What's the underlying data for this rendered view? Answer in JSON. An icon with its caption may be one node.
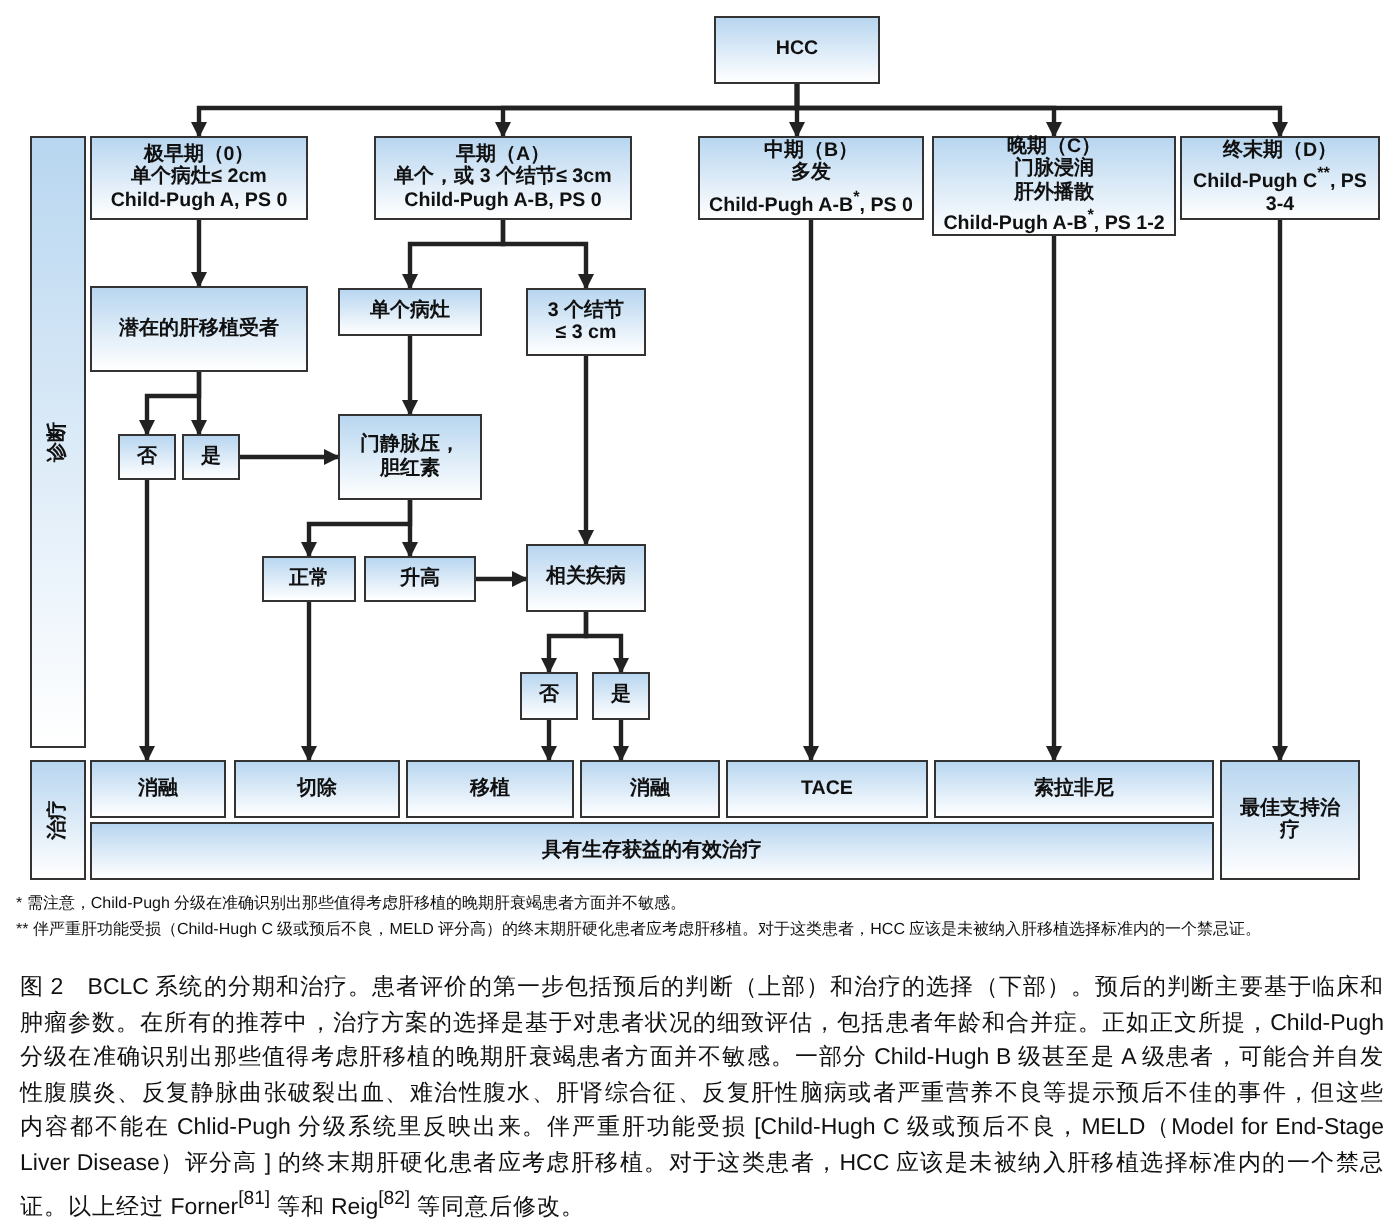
{
  "diagram": {
    "caption": "图 2　BCLC 系统的分期和治疗。患者评价的第一步包括预后的判断（上部）和治疗的选择（下部）。预后的判断主要基于临床和肿瘤参数。在所有的推荐中，治疗方案的选择是基于对患者状况的细致评估，包括患者年龄和合并症。正如正文所提，Child-Pugh 分级在准确识别出那些值得考虑肝移植的晚期肝衰竭患者方面并不敏感。一部分 Child-Hugh B 级甚至是 A 级患者，可能合并自发性腹膜炎、反复静脉曲张破裂出血、难治性腹水、肝肾综合征、反复肝性脑病或者严重营养不良等提示预后不佳的事件，但这些内容都不能在 Chlid-Pugh 分级系统里反映出来。伴严重肝功能受损 [Child-Hugh C 级或预后不良，MELD（Model for End-Stage Liver Disease）评分高 ] 的终末期肝硬化患者应考虑肝移植。对于这类患者，HCC 应该是未被纳入肝移植选择标准内的一个禁忌证。以上经过 Forner$^{[81]}$ 等和 Reig$^{[82]}$ 等同意后修改。",
    "nodes": [
      {
        "text": [
          "HCC"
        ]
      },
      {
        "text": [
          "极早期（0）",
          "单个病灶≤ 2cm",
          "Child-Pugh A, PS 0"
        ]
      },
      {
        "text": [
          "早期（A）",
          "单个，或 3 个结节≤ 3cm",
          "Child-Pugh A-B, PS 0"
        ]
      },
      {
        "text": [
          "中期（B）",
          "多发",
          "Child-Pugh A-B$^{*}$, PS 0"
        ]
      },
      {
        "text": [
          "晚期（C）",
          "门脉浸润",
          "肝外播散",
          "Child-Pugh A-B$^{*}$, PS 1-2"
        ]
      },
      {
        "text": [
          "终末期（D）",
          "Child-Pugh C$^{**}$, PS 3-4"
        ]
      },
      {
        "text": [
          "潜在的肝移植受者"
        ]
      },
      {
        "text": [
          "单个病灶"
        ]
      },
      {
        "text": [
          "3 个结节 ≤ 3 cm"
        ]
      },
      {
        "text": [
          "否"
        ]
      },
      {
        "text": [
          "是"
        ]
      },
      {
        "text": [
          "门静脉压，胆红素"
        ]
      },
      {
        "text": [
          "正常"
        ]
      },
      {
        "text": [
          "升高"
        ]
      },
      {
        "text": [
          "相关疾病"
        ]
      },
      {
        "text": [
          "否"
        ]
      },
      {
        "text": [
          "是"
        ]
      },
      {
        "text": [
          "诊断"
        ]
      },
      {
        "text": [
          "治疗"
        ]
      },
      {
        "text": [
          "消融"
        ]
      },
      {
        "text": [
          "切除"
        ]
      },
      {
        "text": [
          "移植"
        ]
      },
      {
        "text": [
          "消融"
        ]
      },
      {
        "text": [
          "TACE"
        ]
      },
      {
        "text": [
          "索拉非尼"
        ]
      },
      {
        "text": [
          "具有生存获益的有效治疗"
        ]
      },
      {
        "text": [
          "最佳支持治疗"
        ]
      }
    ],
    "edges": [
      {
        "from": 0,
        "to": 1,
        "arrow": "to"
      },
      {
        "from": 0,
        "to": 2,
        "arrow": "to"
      },
      {
        "from": 0,
        "to": 3,
        "arrow": "to"
      },
      {
        "from": 0,
        "to": 4,
        "arrow": "to"
      },
      {
        "from": 0,
        "to": 5,
        "arrow": "to"
      },
      {
        "from": 1,
        "to": 6,
        "arrow": "to"
      },
      {
        "from": 2,
        "to": 7,
        "arrow": "to"
      },
      {
        "from": 2,
        "to": 8,
        "arrow": "to"
      },
      {
        "from": 6,
        "to": 9,
        "arrow": "to"
      },
      {
        "from": 6,
        "to": 10,
        "arrow": "to"
      },
      {
        "from": 10,
        "to": 11,
        "arrow": "to"
      },
      {
        "from": 7,
        "to": 11,
        "arrow": "to"
      },
      {
        "from": 11,
        "to": 12,
        "arrow": "to"
      },
      {
        "from": 11,
        "to": 13,
        "arrow": "to"
      },
      {
        "from": 13,
        "to": 14,
        "arrow": "to"
      },
      {
        "from": 8,
        "to": 14,
        "arrow": "to"
      },
      {
        "from": 14,
        "to": 15,
        "arrow": "to"
      },
      {
        "from": 14,
        "to": 16,
        "arrow": "to"
      },
      {
        "from": 9,
        "to": 19,
        "arrow": "to"
      },
      {
        "from": 12,
        "to": 20,
        "arrow": "to"
      },
      {
        "from": 15,
        "to": 21,
        "arrow": "to"
      },
      {
        "from": 16,
        "to": 22,
        "arrow": "to"
      },
      {
        "from": 3,
        "to": 23,
        "arrow": "to"
      },
      {
        "from": 4,
        "to": 24,
        "arrow": "to"
      },
      {
        "from": 5,
        "to": 26,
        "arrow": "to"
      }
    ],
    "labels": [
      "* 需注意，Child-Pugh 分级在准确识别出那些值得考虑肝移植的晚期肝衰竭患者方面并不敏感。",
      "** 伴严重肝功能受损（Child-Hugh C 级或预后不良，MELD 评分高）的终末期肝硬化患者应考虑肝移植。对于这类患者，HCC 应该是未被纳入肝移植选择标准内的一个禁忌证。"
    ]
  }
}
